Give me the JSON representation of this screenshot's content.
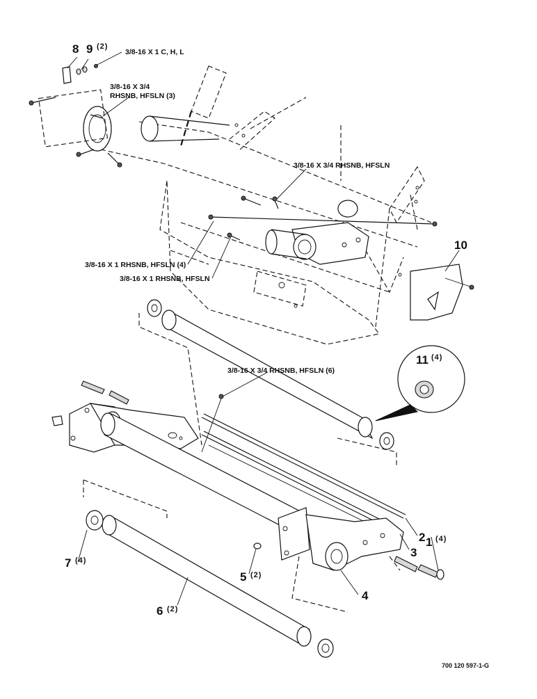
{
  "callouts": [
    {
      "id": "c8",
      "num": "8",
      "qty": ""
    },
    {
      "id": "c9",
      "num": "9",
      "qty": "(2)"
    },
    {
      "id": "c10",
      "num": "10",
      "qty": ""
    },
    {
      "id": "c11",
      "num": "11",
      "qty": "(4)"
    },
    {
      "id": "c1",
      "num": "1",
      "qty": "(4)"
    },
    {
      "id": "c2",
      "num": "2",
      "qty": ""
    },
    {
      "id": "c3",
      "num": "3",
      "qty": ""
    },
    {
      "id": "c4",
      "num": "4",
      "qty": ""
    },
    {
      "id": "c5",
      "num": "5",
      "qty": "(2)"
    },
    {
      "id": "c6",
      "num": "6",
      "qty": "(2)"
    },
    {
      "id": "c7",
      "num": "7",
      "qty": "(4)"
    }
  ],
  "hardware_notes": {
    "n1": "3/8-16 X 1 C, H, L",
    "n2a": "3/8-16 X 3/4",
    "n2b": "RHSNB, HFSLN (3)",
    "n3": "3/8-16 X 3/4 RHSNB, HFSLN",
    "n4": "3/8-16 X 1 RHSNB, HFSLN (4)",
    "n5": "3/8-16 X 1 RHSNB, HFSLN",
    "n6": "3/8-16 X 3/4 RHSNB, HFSLN (6)"
  },
  "drawing_ref": "700 120 597-1-G"
}
